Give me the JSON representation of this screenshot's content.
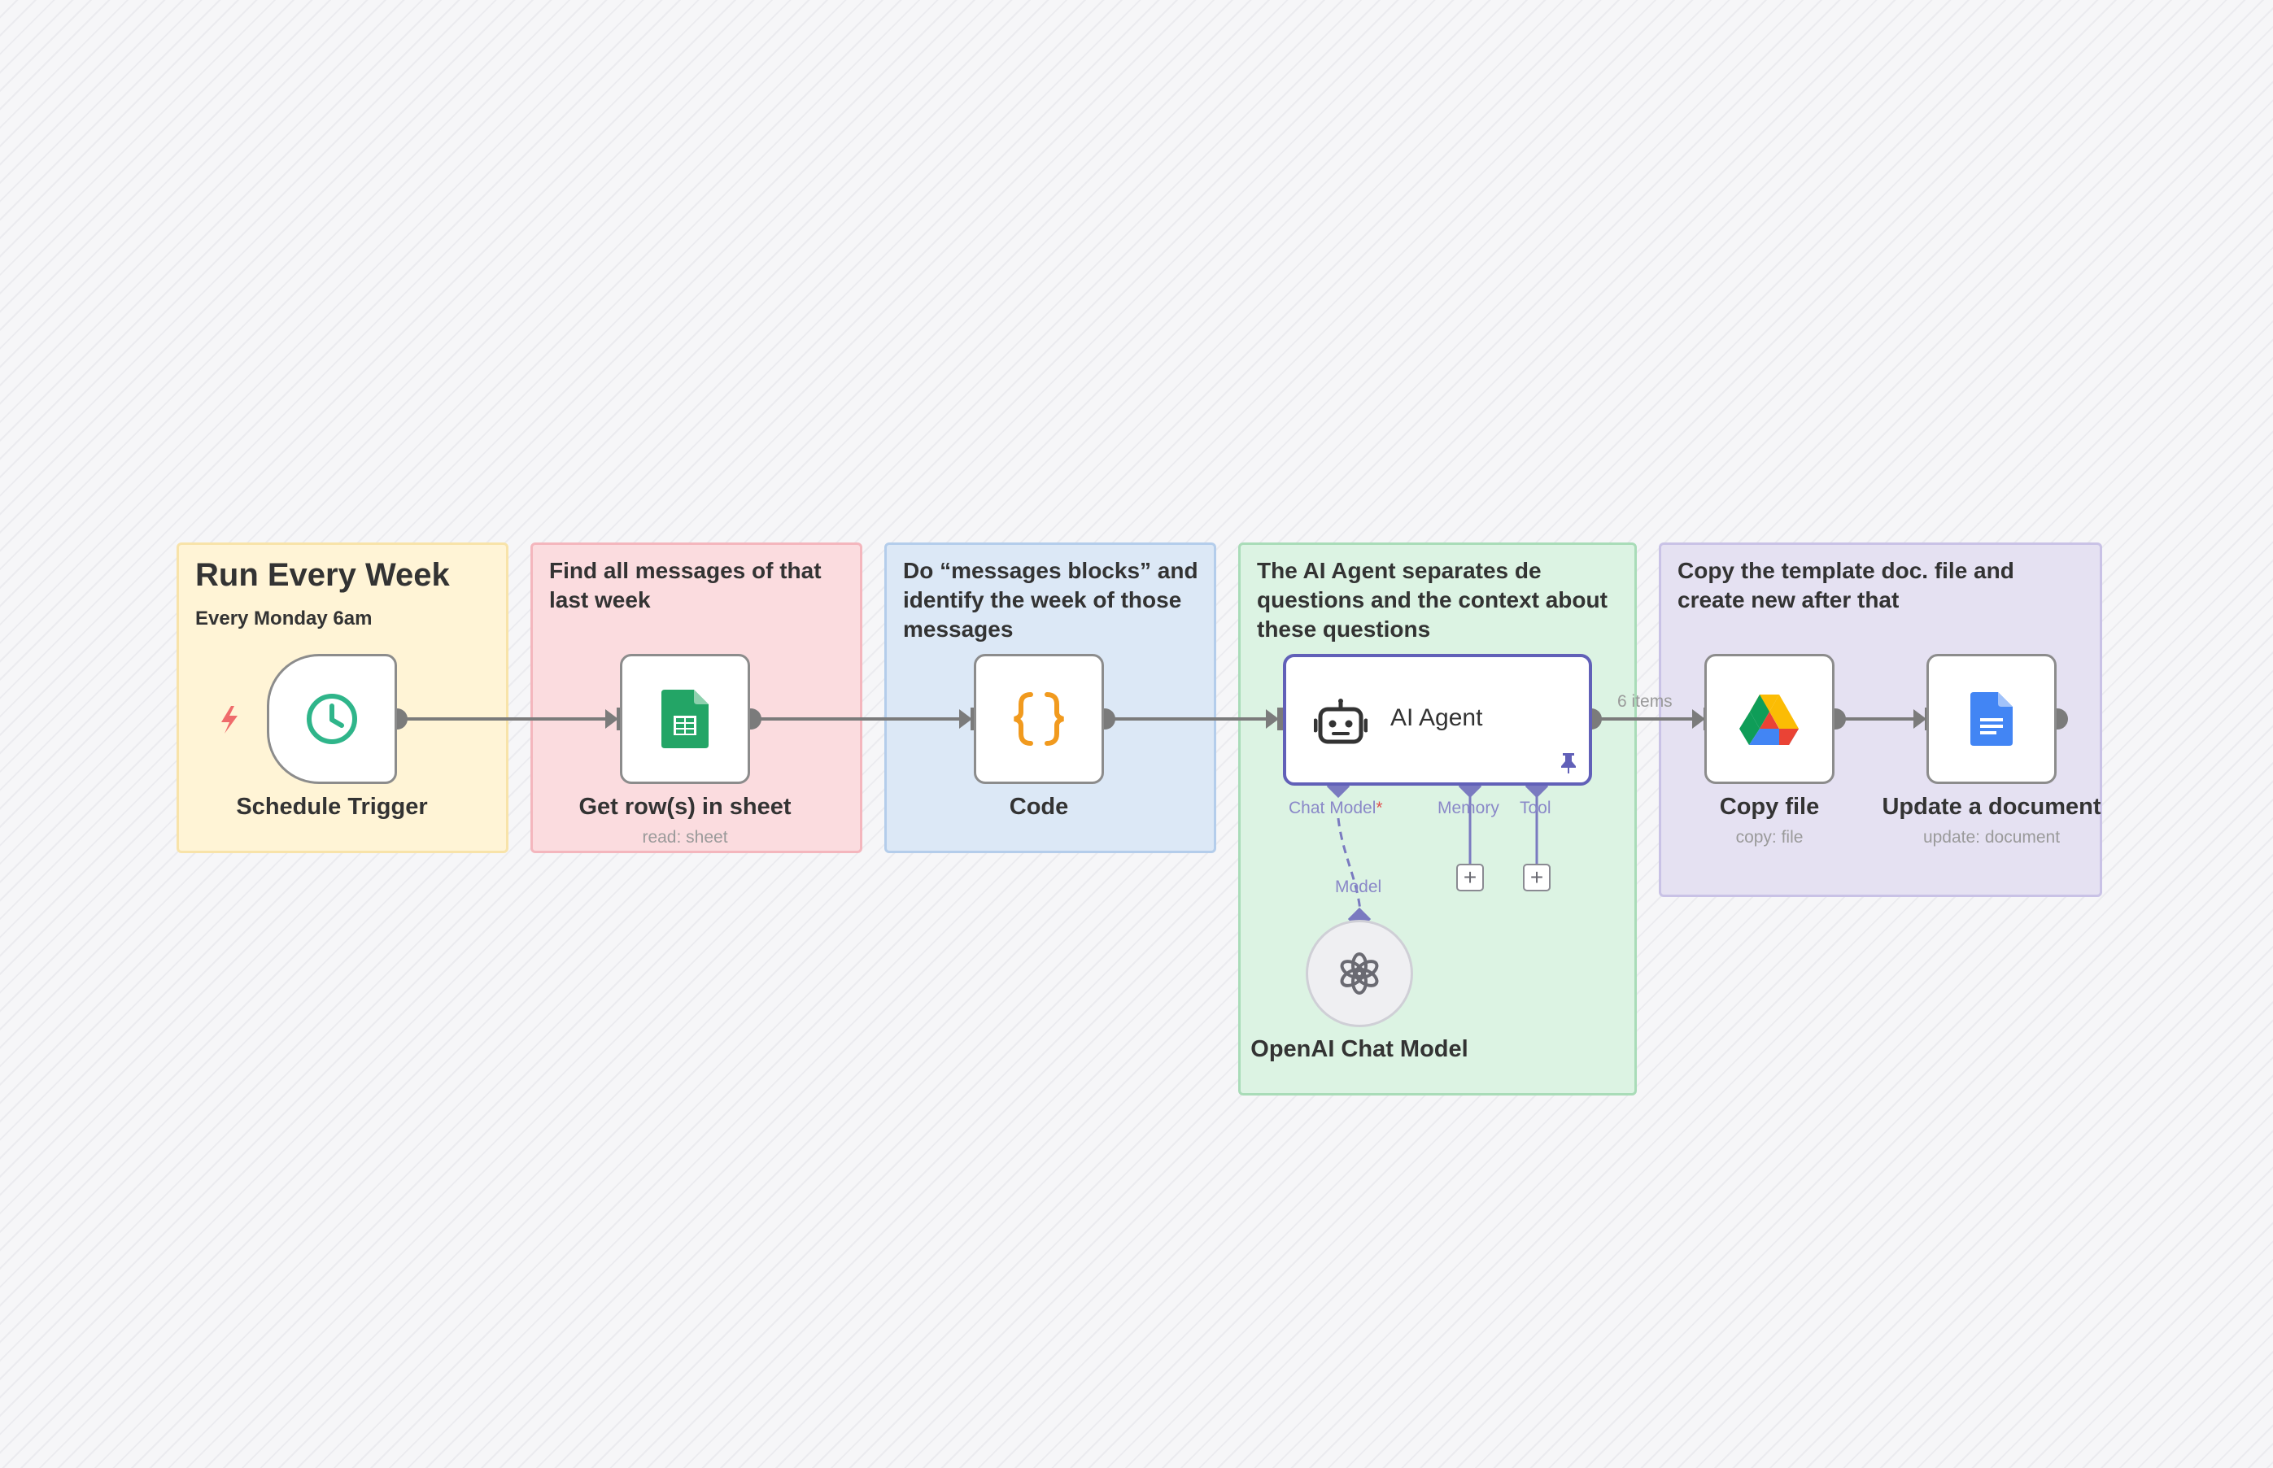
{
  "colors": {
    "sticky_yellow": "#fff4d6",
    "sticky_red": "#fbdcdf",
    "sticky_blue": "#dce8f6",
    "sticky_green": "#dcf3e3",
    "sticky_purple": "#e5e1f2",
    "agent_border": "#6160b8",
    "connector": "#7b7b7b",
    "sub_port": "#7a7ac0"
  },
  "stickies": {
    "run_every_week": {
      "title": "Run Every Week",
      "subtitle": "Every Monday 6am"
    },
    "find_messages": {
      "text": "Find all messages of that last week"
    },
    "messages_blocks": {
      "text": "Do “messages blocks” and identify the week of those messages"
    },
    "ai_agent_note": {
      "text": "The AI Agent separates de questions and the context about these questions"
    },
    "copy_template": {
      "text": "Copy the template doc. file and create new after that"
    }
  },
  "nodes": {
    "schedule_trigger": {
      "label": "Schedule Trigger",
      "icon": "clock-icon"
    },
    "get_rows": {
      "label": "Get row(s) in sheet",
      "sub": "read: sheet",
      "icon": "google-sheets-icon"
    },
    "code": {
      "label": "Code",
      "icon": "code-braces-icon"
    },
    "ai_agent": {
      "label": "AI Agent",
      "icon": "robot-icon",
      "ports": {
        "chat_model": "Chat Model",
        "required_mark": "*",
        "memory": "Memory",
        "tool": "Tool"
      }
    },
    "openai_chat_model": {
      "label": "OpenAI Chat Model",
      "port": "Model",
      "icon": "openai-icon"
    },
    "copy_file": {
      "label": "Copy file",
      "sub": "copy: file",
      "icon": "google-drive-icon"
    },
    "update_document": {
      "label": "Update a document",
      "sub": "update: document",
      "icon": "google-docs-icon"
    }
  },
  "edges": {
    "agent_to_copy_label": "6 items"
  },
  "add_buttons": {
    "symbol": "+"
  }
}
